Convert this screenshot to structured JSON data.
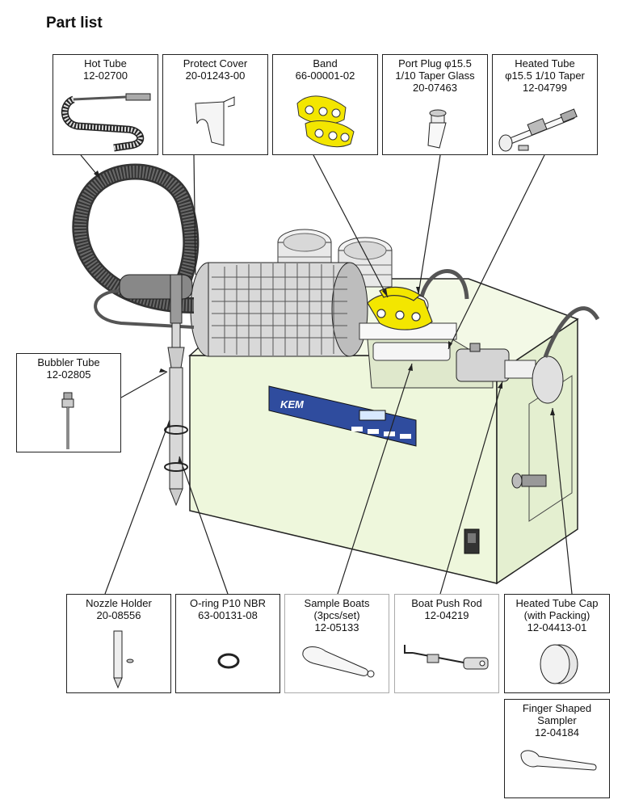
{
  "title": "Part list",
  "panel_brand": "KEM",
  "parts": [
    {
      "name": "Hot Tube",
      "code": "12-02700"
    },
    {
      "name": "Protect Cover",
      "code": "20-01243-00"
    },
    {
      "name": "Band",
      "code": "66-00001-02"
    },
    {
      "name": "Port Plug φ15.5\n1/10 Taper Glass",
      "code": "20-07463"
    },
    {
      "name": "Heated Tube\nφ15.5 1/10 Taper",
      "code": "12-04799"
    },
    {
      "name": "Bubbler Tube",
      "code": "12-02805"
    },
    {
      "name": "Nozzle Holder",
      "code": "20-08556"
    },
    {
      "name": "O-ring P10 NBR",
      "code": "63-00131-08"
    },
    {
      "name": "Sample Boats\n(3pcs/set)",
      "code": "12-05133"
    },
    {
      "name": "Boat Push Rod",
      "code": "12-04219"
    },
    {
      "name": "Heated Tube Cap\n(with Packing)",
      "code": "12-04413-01"
    },
    {
      "name": "Finger Shaped\nSampler",
      "code": "12-04184"
    }
  ]
}
